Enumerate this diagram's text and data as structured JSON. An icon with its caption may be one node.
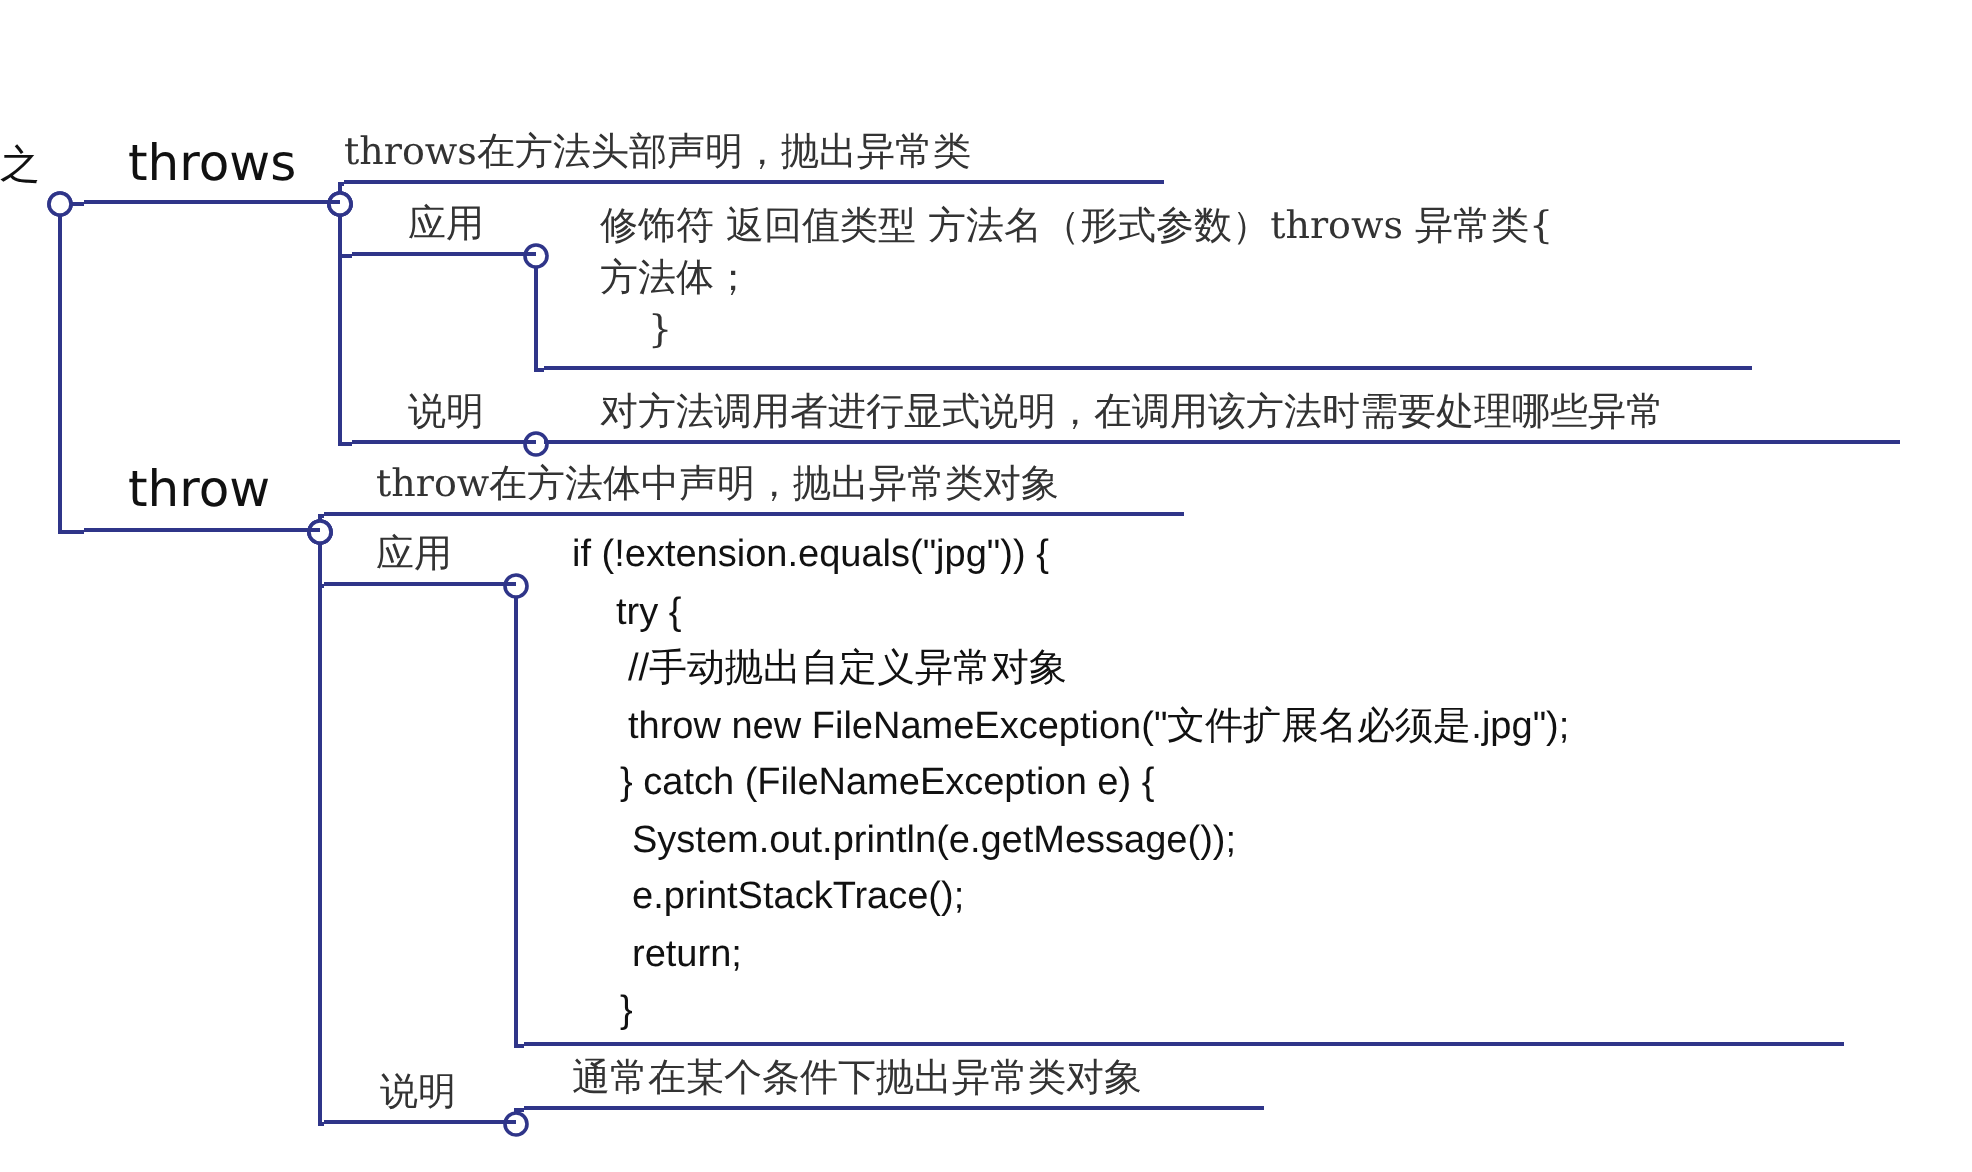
{
  "diagram": {
    "nodes": [
      {
        "text": [
          "之"
        ]
      },
      {
        "text": [
          "throws"
        ]
      },
      {
        "text": [
          "throws在方法头部声明，抛出异常类"
        ]
      },
      {
        "text": [
          "应用"
        ]
      },
      {
        "text": [
          "修饰符  返回值类型  方法名（形式参数）throws 异常类{",
          "方法体；",
          "}"
        ]
      },
      {
        "text": [
          "说明"
        ]
      },
      {
        "text": [
          "对方法调用者进行显式说明，在调用该方法时需要处理哪些异常"
        ]
      },
      {
        "text": [
          "throw"
        ]
      },
      {
        "text": [
          "throw在方法体中声明，抛出异常类对象"
        ]
      },
      {
        "text": [
          "应用"
        ]
      },
      {
        "text": [
          "if (!extension.equals(\"jpg\")) {",
          "try {",
          "//手动抛出自定义异常对象",
          "throw new FileNameException(\"文件扩展名必须是.jpg\");",
          "} catch (FileNameException e) {",
          "System.out.println(e.getMessage());",
          "e.printStackTrace();",
          "return;",
          "}"
        ]
      },
      {
        "text": [
          "说明"
        ]
      },
      {
        "text": [
          "通常在某个条件下抛出异常类对象"
        ]
      }
    ],
    "edges": [
      {
        "from": 0,
        "to": 1,
        "arrow": "other"
      },
      {
        "from": 0,
        "to": 7,
        "arrow": "other"
      },
      {
        "from": 1,
        "to": 2,
        "arrow": "other"
      },
      {
        "from": 1,
        "to": 3,
        "arrow": "other"
      },
      {
        "from": 1,
        "to": 5,
        "arrow": "other"
      },
      {
        "from": 3,
        "to": 4,
        "arrow": "other"
      },
      {
        "from": 5,
        "to": 6,
        "arrow": "other"
      },
      {
        "from": 7,
        "to": 8,
        "arrow": "other"
      },
      {
        "from": 7,
        "to": 9,
        "arrow": "other"
      },
      {
        "from": 7,
        "to": 11,
        "arrow": "other"
      },
      {
        "from": 9,
        "to": 10,
        "arrow": "other"
      },
      {
        "from": 11,
        "to": 12,
        "arrow": "other"
      }
    ]
  }
}
